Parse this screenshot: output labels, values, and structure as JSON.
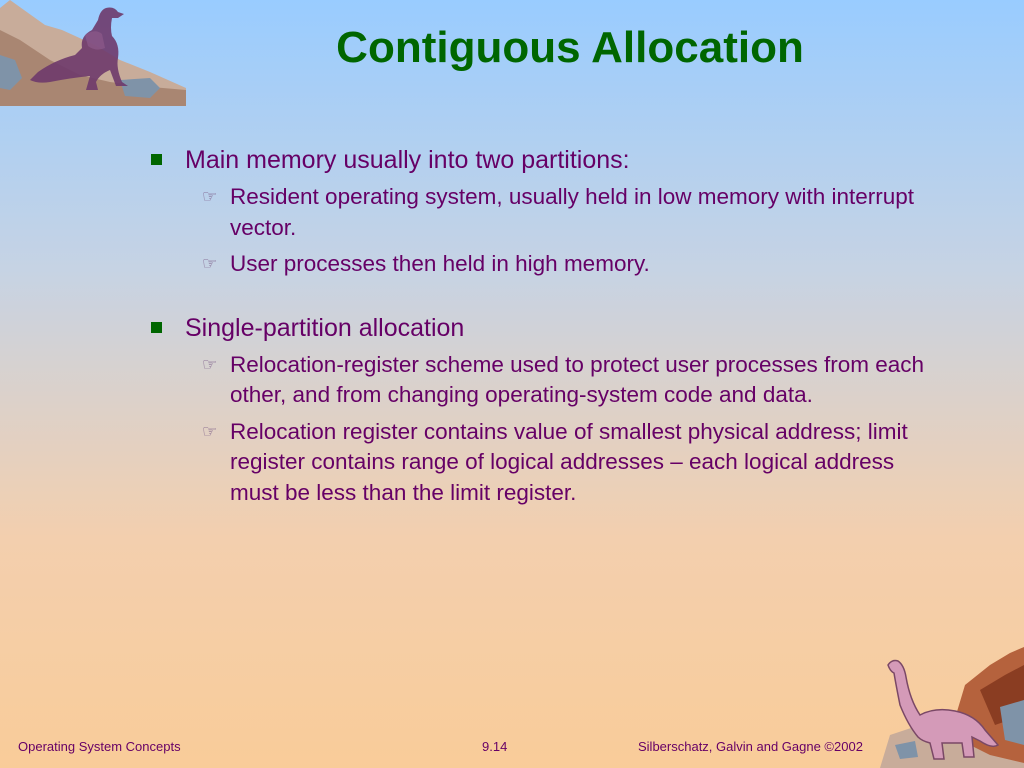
{
  "slide": {
    "title": "Contiguous Allocation",
    "sections": [
      {
        "text": "Main memory usually into two partitions:",
        "subs": [
          "Resident operating system, usually held in low memory with interrupt vector.",
          "User processes then held in high memory."
        ]
      },
      {
        "text": "Single-partition allocation",
        "subs": [
          "Relocation-register scheme used to protect user processes from each other, and from changing operating-system code and data.",
          "Relocation register contains value of smallest physical address; limit register contains range of logical addresses – each logical address must be less than the limit register."
        ]
      }
    ]
  },
  "footer": {
    "left": "Operating System Concepts",
    "center": "9.14",
    "right": "Silberschatz, Galvin and  Gagne ©2002"
  },
  "icons": {
    "top_left": "dinosaur-on-rock-icon",
    "bottom_right": "brontosaurus-icon",
    "level1_bullet": "square-bullet-icon",
    "level2_bullet": "pointing-hand-icon"
  },
  "colors": {
    "title": "#006600",
    "text": "#660066",
    "bullet": "#006600"
  }
}
